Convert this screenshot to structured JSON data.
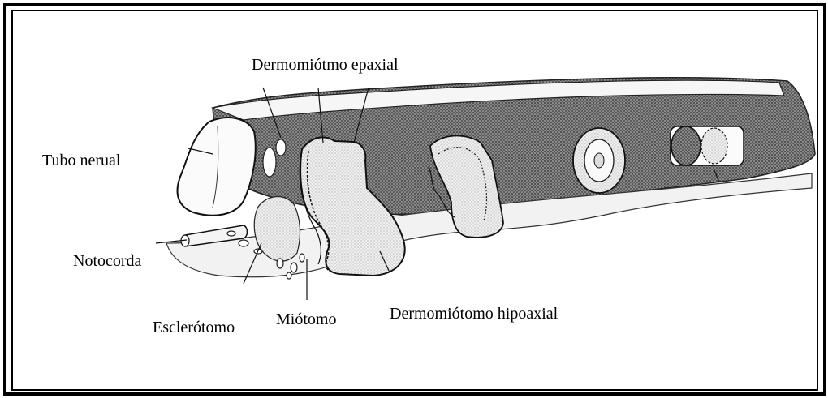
{
  "figure": {
    "labels": {
      "epaxial": "Dermomiótmo epaxial",
      "tubo": "Tubo nerual",
      "notocorda": "Notocorda",
      "esclerotomo": "Esclerótomo",
      "miotomo": "Miótomo",
      "hipoaxial": "Dermomiótomo hipoaxial"
    }
  }
}
